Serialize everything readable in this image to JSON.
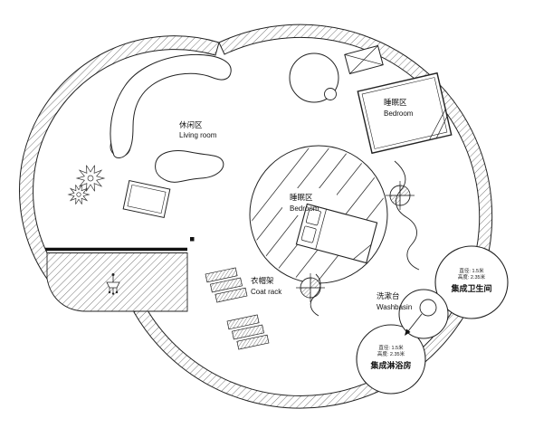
{
  "plan": {
    "labels": {
      "living_zh": "休闲区",
      "living_en": "Living room",
      "bedroom1_zh": "睡眠区",
      "bedroom1_en": "Bedroom",
      "bedroom2_zh": "睡眠区",
      "bedroom2_en": "Bedroom",
      "coat_zh": "衣帽架",
      "coat_en": "Coat rack",
      "wash_zh": "洗漱台",
      "wash_en": "Washbasin",
      "bathroom_dim1": "直径: 1.5米",
      "bathroom_dim2": "高度: 2.35米",
      "bathroom_label": "集成卫生间",
      "shower_dim1": "直径: 1.5米",
      "shower_dim2": "高度: 2.35米",
      "shower_label": "集成淋浴房"
    },
    "colors": {
      "line": "#1c1c1c",
      "hatch": "#555555",
      "bg": "#ffffff"
    }
  }
}
